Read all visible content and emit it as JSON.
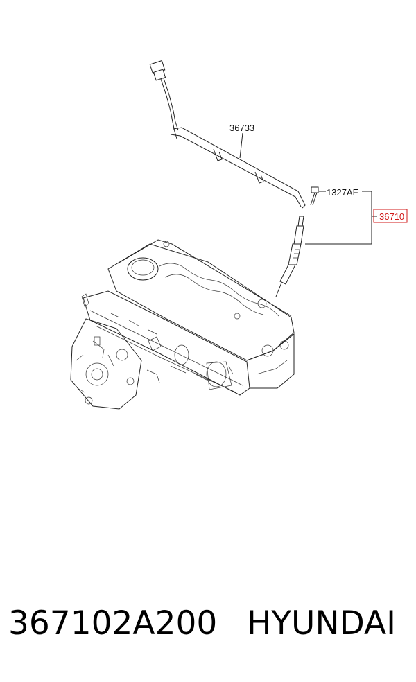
{
  "callouts": {
    "harness": "36733",
    "bolt": "1327AF",
    "glow_plug": "36710"
  },
  "caption": {
    "part_number": "367102A200",
    "brand": "HYUNDAI"
  },
  "colors": {
    "highlight": "#d01818",
    "line": "#222222"
  }
}
